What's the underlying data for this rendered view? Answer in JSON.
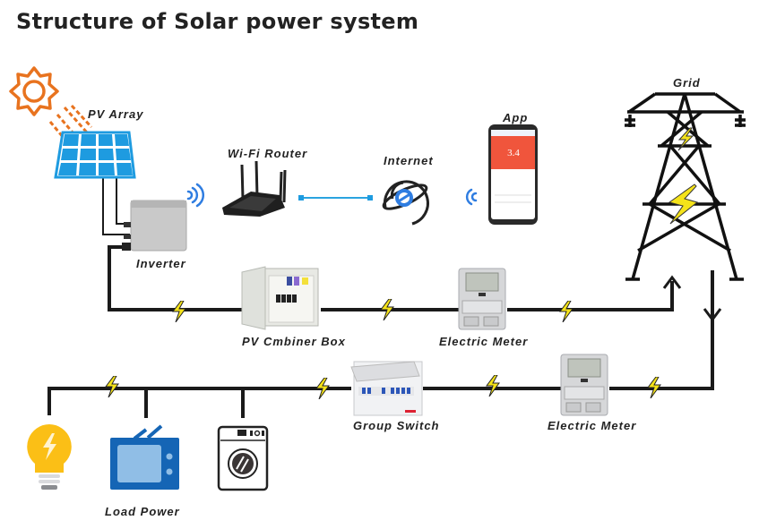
{
  "title": "Structure of Solar power system",
  "nodes": {
    "pv_array": {
      "label": "PV Array",
      "icon": "solar-panel-icon"
    },
    "sun": {
      "icon": "sun-icon",
      "color": "#e8731f"
    },
    "inverter": {
      "label": "Inverter",
      "icon": "inverter-icon"
    },
    "router": {
      "label": "Wi-Fi Router",
      "icon": "router-icon"
    },
    "internet": {
      "label": "Internet",
      "icon": "globe-icon"
    },
    "app": {
      "label": "App",
      "icon": "phone-icon",
      "screen_value": "3.4"
    },
    "grid": {
      "label": "Grid",
      "icon": "power-tower-icon"
    },
    "combiner_box": {
      "label": "PV Cmbiner Box",
      "icon": "combiner-box-icon"
    },
    "meter_top": {
      "label": "Electric Meter",
      "icon": "electric-meter-icon"
    },
    "meter_bottom": {
      "label": "Electric Meter",
      "icon": "electric-meter-icon"
    },
    "group_switch": {
      "label": "Group Switch",
      "icon": "group-switch-icon"
    },
    "load_power": {
      "label": "Load Power",
      "icons": [
        "light-bulb-icon",
        "tv-icon",
        "washing-machine-icon"
      ]
    }
  },
  "colors": {
    "wire": "#1a1a1a",
    "solar_blue": "#1e9be0",
    "wifi_blue": "#2f7de1",
    "bolt_yellow": "#f5e31a",
    "app_red": "#f0553c",
    "tv_blue": "#1565b5",
    "bulb_yellow": "#fbbf16"
  }
}
